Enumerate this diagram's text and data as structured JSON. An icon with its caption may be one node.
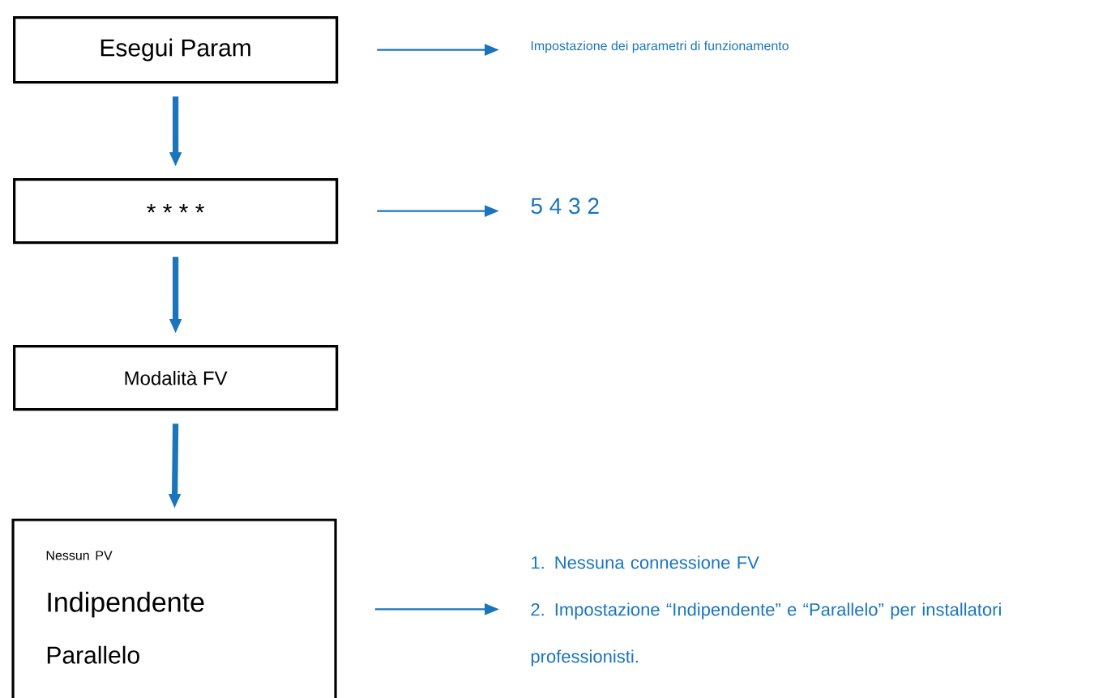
{
  "diagram": {
    "nodes": [
      {
        "text": [
          "Esegui Param"
        ]
      },
      {
        "text": [
          "* * * *"
        ]
      },
      {
        "text": [
          "Modalità FV"
        ]
      },
      {
        "text": [
          "Nessun PV",
          "Indipendente",
          "Parallelo"
        ]
      },
      {
        "text": [
          "Impostazione dei parametri di funzionamento"
        ]
      },
      {
        "text": [
          "5 4 3 2"
        ]
      },
      {
        "text": [
          "1. Nessuna connessione FV",
          "2. Impostazione “Indipendente” e “Parallelo” per installatori professionisti."
        ]
      }
    ],
    "edges": [
      {
        "from": 0,
        "to": 1,
        "arrow": "to",
        "style": "thick"
      },
      {
        "from": 1,
        "to": 2,
        "arrow": "to",
        "style": "thick"
      },
      {
        "from": 2,
        "to": 3,
        "arrow": "to",
        "style": "thick"
      },
      {
        "from": 0,
        "to": 4,
        "arrow": "to"
      },
      {
        "from": 1,
        "to": 5,
        "arrow": "to"
      },
      {
        "from": 3,
        "to": 6,
        "arrow": "to"
      }
    ]
  }
}
